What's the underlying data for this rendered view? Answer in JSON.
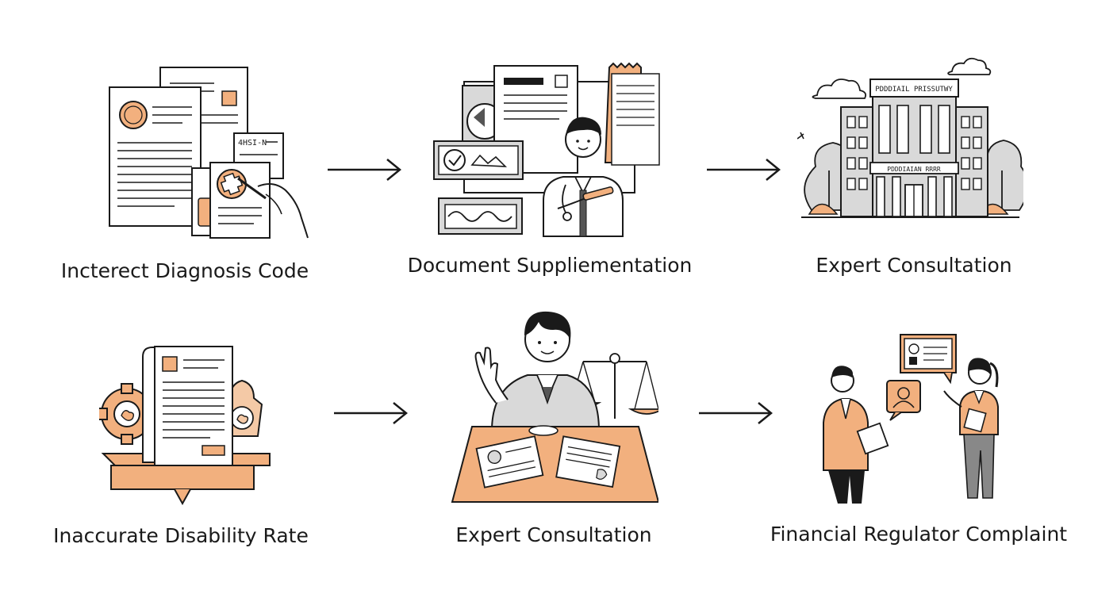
{
  "colors": {
    "accent": "#f2b07e",
    "accent_dark": "#c9743c",
    "gray": "#d9d9d9",
    "ink": "#1a1a1a"
  },
  "row1": {
    "step1": {
      "label": "Incterect Diagnosis Code",
      "doc_code": "4HSI-N"
    },
    "step2": {
      "label": "Document Suppliementation"
    },
    "step3": {
      "label": "Expert Consultation",
      "building_sign": "PDDDIAIL PRISSUTWY",
      "building_subsign": "PDDDIAIAN RRRR"
    }
  },
  "row2": {
    "step1": {
      "label": "Inaccurate Disability Rate"
    },
    "step2": {
      "label": "Expert Consultation"
    },
    "step3": {
      "label": "Financial Regulator Complaint"
    }
  }
}
